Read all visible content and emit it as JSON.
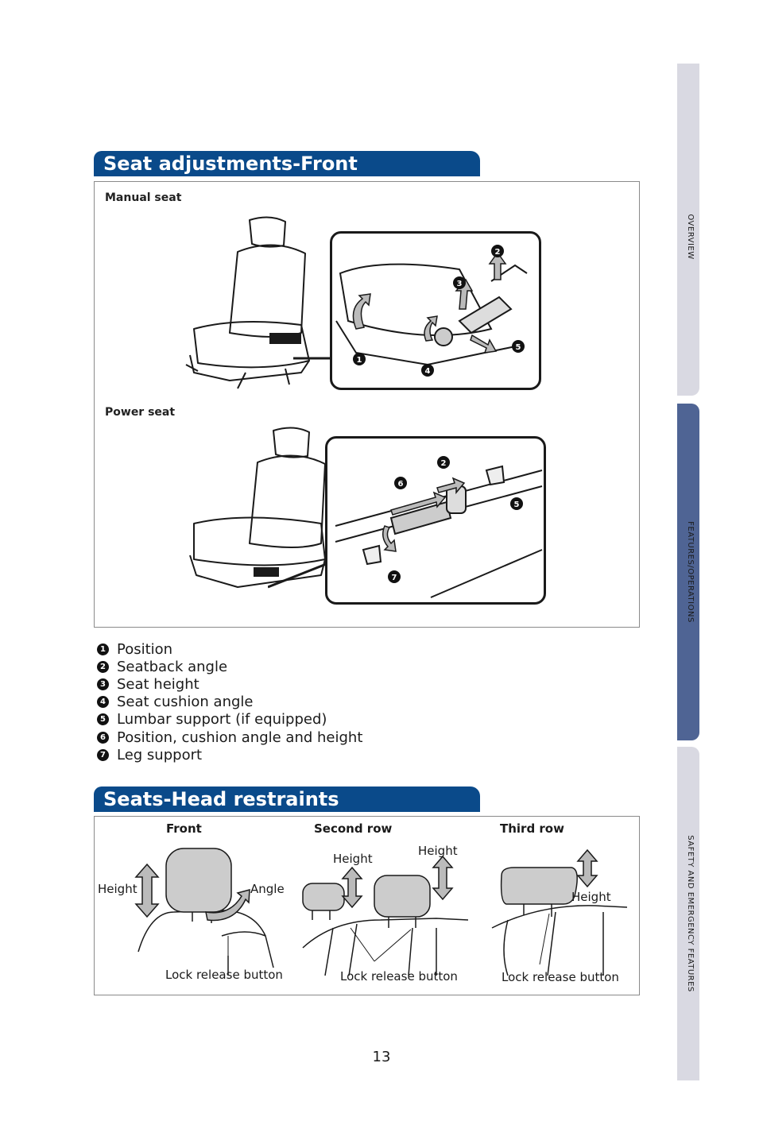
{
  "side_tabs": [
    {
      "label": "OVERVIEW"
    },
    {
      "label": "FEATURES/OPERATIONS"
    },
    {
      "label": "SAFETY AND EMERGENCY FEATURES"
    }
  ],
  "seat_section": {
    "title": "Seat adjustments-Front",
    "manual_caption": "Manual seat",
    "power_caption": "Power seat",
    "manual_callouts": [
      "1",
      "2",
      "3",
      "4",
      "5"
    ],
    "power_callouts": [
      "2",
      "5",
      "6",
      "7"
    ]
  },
  "legend": [
    {
      "num": "1",
      "text": "Position"
    },
    {
      "num": "2",
      "text": "Seatback angle"
    },
    {
      "num": "3",
      "text": "Seat height"
    },
    {
      "num": "4",
      "text": "Seat cushion angle"
    },
    {
      "num": "5",
      "text": "Lumbar support (if equipped)"
    },
    {
      "num": "6",
      "text": "Position, cushion angle and height"
    },
    {
      "num": "7",
      "text": "Leg support"
    }
  ],
  "head_section": {
    "title": "Seats-Head restraints",
    "front": {
      "title": "Front",
      "height": "Height",
      "angle": "Angle",
      "lock": "Lock release button"
    },
    "second": {
      "title": "Second row",
      "height1": "Height",
      "height2": "Height",
      "lock": "Lock release button"
    },
    "third": {
      "title": "Third row",
      "height": "Height",
      "lock": "Lock release button"
    }
  },
  "page_number": "13"
}
